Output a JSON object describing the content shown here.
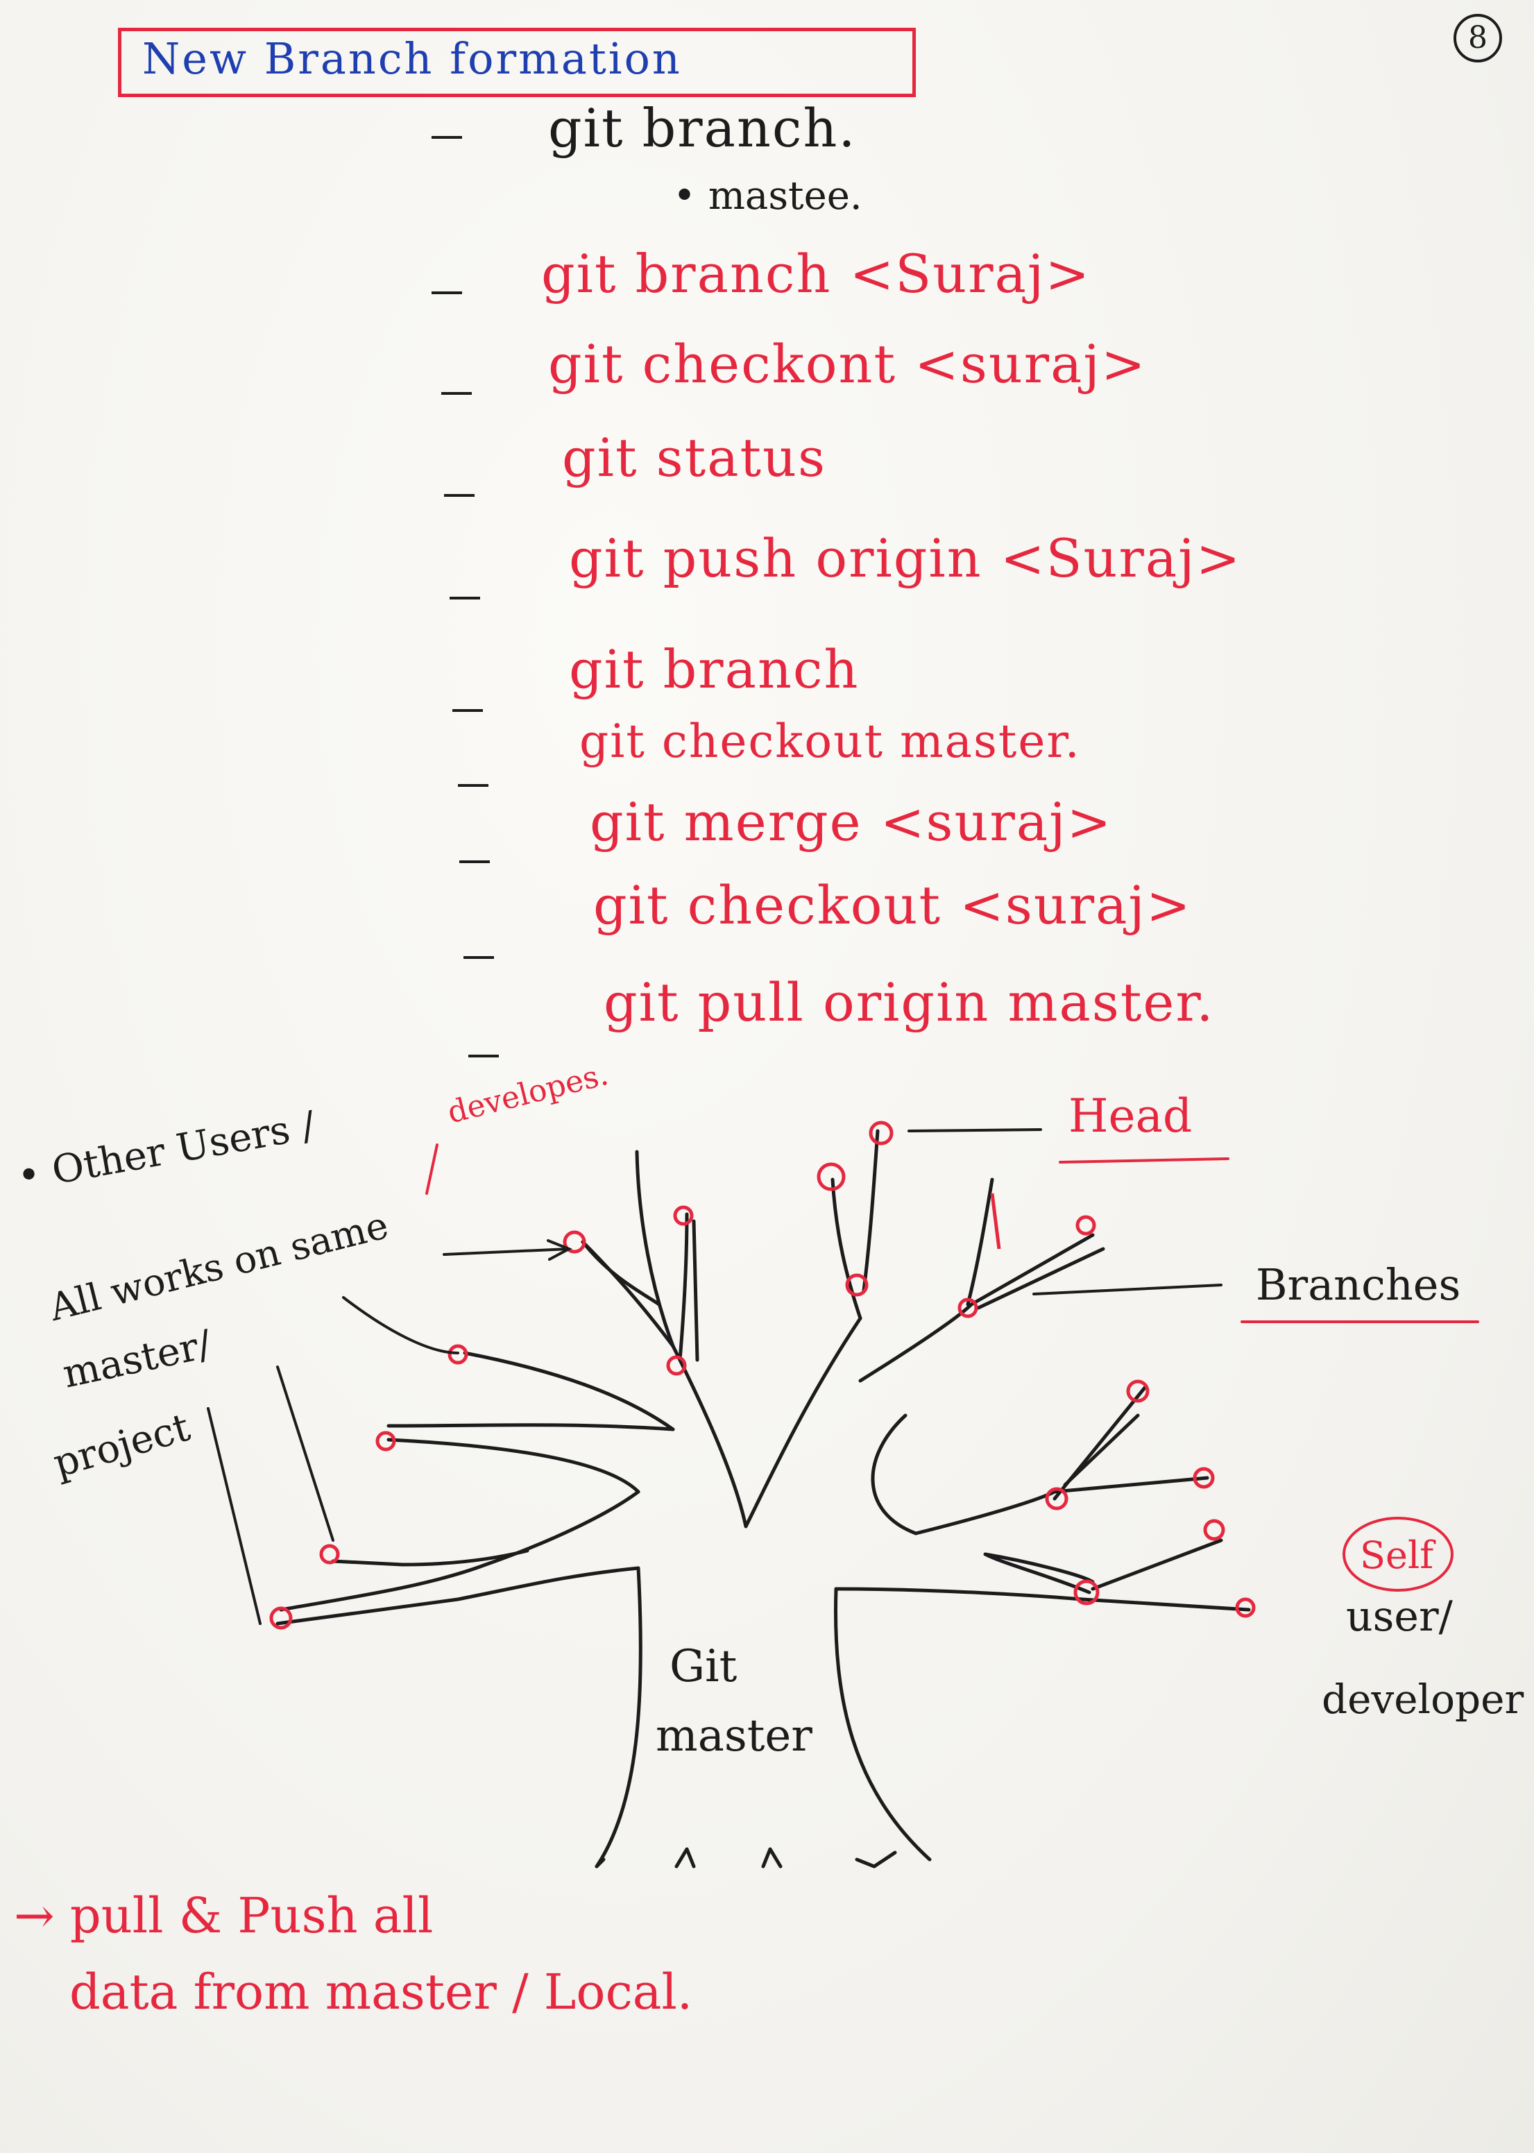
{
  "title": "New Branch formation",
  "page_number": "8",
  "commands": [
    "git branch.",
    "• mastee.",
    "git branch <Suraj>",
    "git checkont <suraj>",
    "git status",
    "git push origin <Suraj>",
    "git branch",
    "git checkout master.",
    "git merge <suraj>",
    "git checkout <suraj>",
    "git pull origin master."
  ],
  "tree_labels": {
    "head": "Head",
    "branches": "Branches",
    "trunk_line1": "Git",
    "trunk_line2": "master",
    "self": "Self",
    "self_desc_line1": "user/",
    "self_desc_line2": "developer",
    "others_line1": "• Other Users /",
    "others_developers": "developes.",
    "others_line2": "All works on same",
    "others_line3": "master/",
    "others_line4": "project"
  },
  "footer": {
    "line1": "→ pull & Push all",
    "line2": "data from master / Local."
  },
  "colors": {
    "ink_red": "#e5283f",
    "ink_black": "#1c1c1c",
    "ink_blue": "#1f3fb0",
    "paper": "#f7f6f2"
  }
}
